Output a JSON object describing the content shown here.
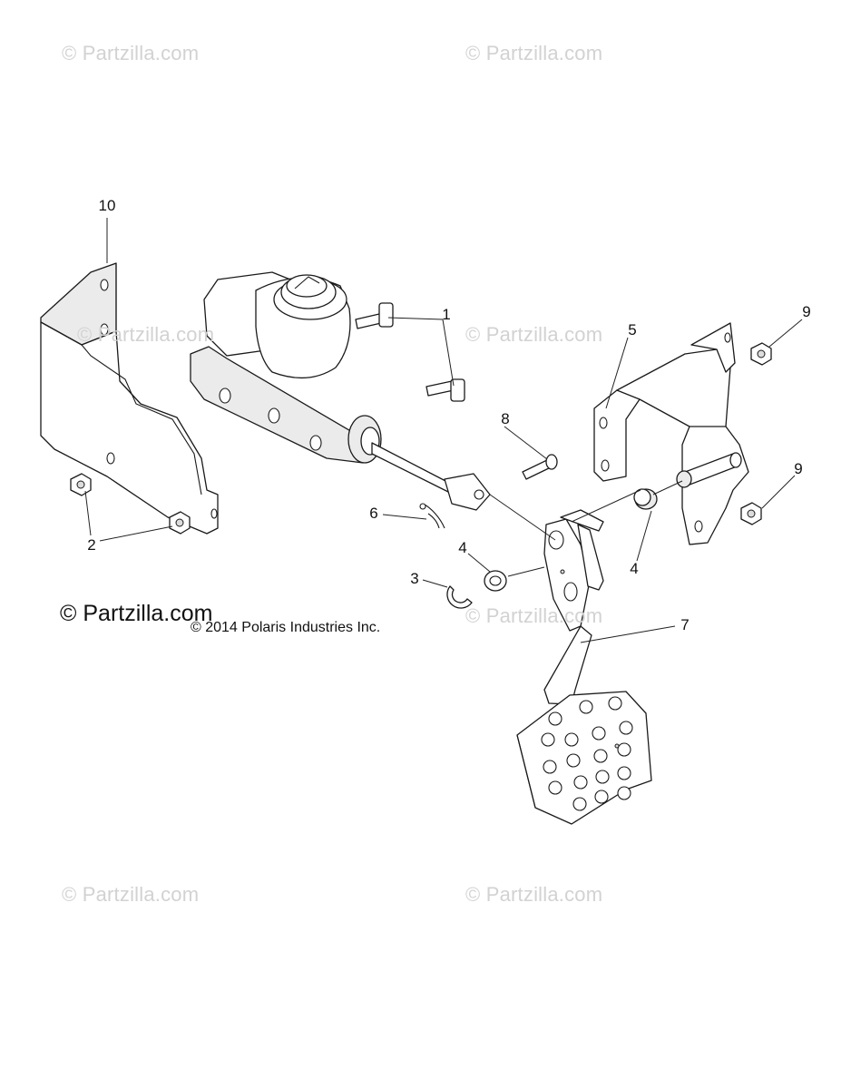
{
  "watermarks": [
    "© Partzilla.com",
    "© Partzilla.com",
    "© Partzilla.com",
    "© Partzilla.com",
    "© Partzilla.com",
    "© Partzilla.com",
    "© Partzilla.com"
  ],
  "brand": "© Partzilla.com",
  "copyright": "© 2014 Polaris Industries Inc.",
  "callouts": {
    "c1": "1",
    "c2": "2",
    "c3": "3",
    "c4a": "4",
    "c4b": "4",
    "c5": "5",
    "c6": "6",
    "c7": "7",
    "c8": "8",
    "c9a": "9",
    "c9b": "9",
    "c10": "10"
  }
}
